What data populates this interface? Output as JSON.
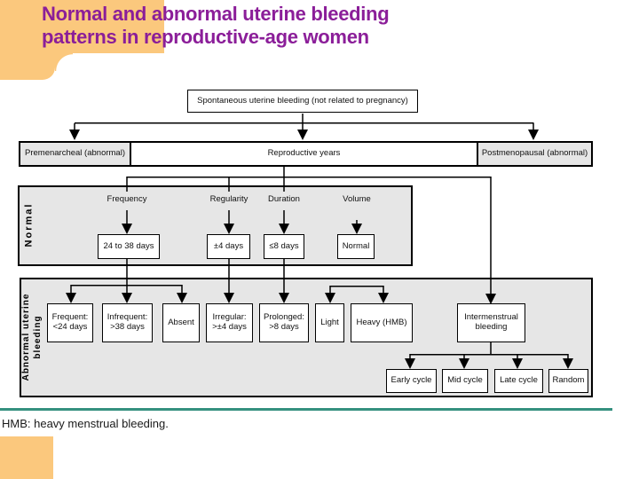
{
  "slide": {
    "title_line1": "Normal and abnormal uterine bleeding",
    "title_line2": "patterns in reproductive-age women",
    "footnote": "HMB: heavy menstrual bleeding."
  },
  "colors": {
    "title_purple": "#8B1E99",
    "accent_yellow": "#FBC87D",
    "divider_teal": "#35907F",
    "band_gray": "#E6E6E6",
    "box_border": "#000000"
  },
  "diagram": {
    "root_label": "Spontaneous uterine bleeding (not related to pregnancy)",
    "age_groups": [
      "Premenarcheal (abnormal)",
      "Reproductive years",
      "Postmenopausal (abnormal)"
    ],
    "normal": {
      "label": "Normal",
      "columns": [
        {
          "param": "Frequency",
          "value": "24 to 38 days"
        },
        {
          "param": "Regularity",
          "value": "±4 days"
        },
        {
          "param": "Duration",
          "value": "≤8 days"
        },
        {
          "param": "Volume",
          "value": "Normal"
        }
      ]
    },
    "abnormal": {
      "label": "Abnormal uterine bleeding",
      "boxes": [
        "Frequent: <24 days",
        "Infrequent: >38 days",
        "Absent",
        "Irregular: >±4 days",
        "Prolonged: >8 days",
        "Light",
        "Heavy (HMB)",
        "Intermenstrual bleeding"
      ],
      "intermenstrual_types": [
        "Early cycle",
        "Mid cycle",
        "Late cycle",
        "Random"
      ]
    }
  }
}
